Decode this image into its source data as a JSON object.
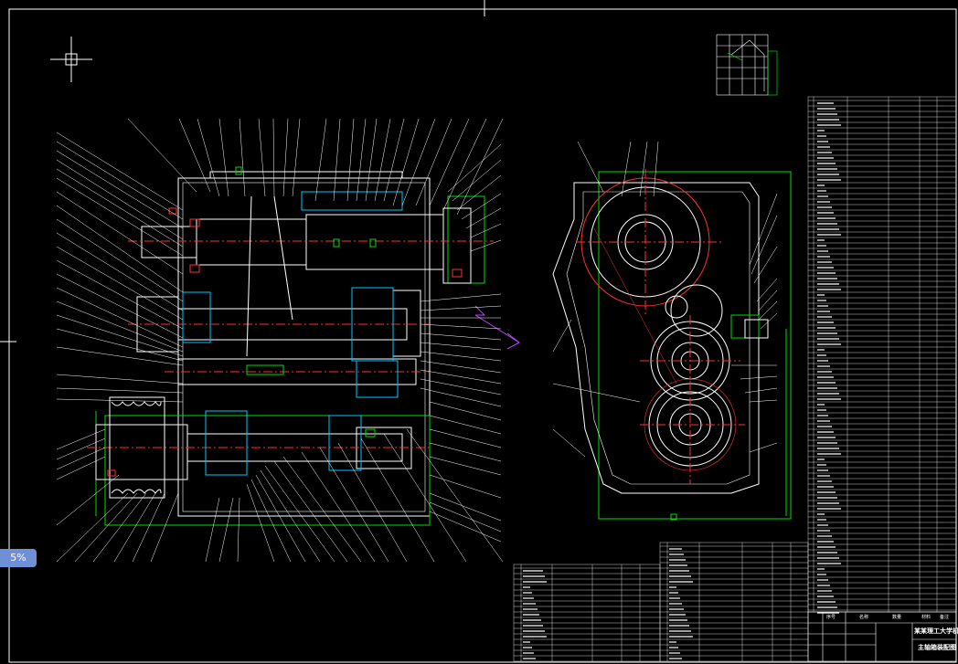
{
  "viewer": {
    "zoom_label": "5%"
  },
  "drawing": {
    "title_line1": "某某理工大学机械学院",
    "title_line2": "主轴箱装配图",
    "table_header_index": "序号",
    "table_header_name": "名称",
    "table_header_qty": "数量",
    "table_header_material": "材料",
    "table_header_note": "备注"
  },
  "colors": {
    "background": "#000000",
    "frame": "#ffffff",
    "part_line": "#ffffff",
    "section_line": "#ff3030",
    "center_line": "#ff3030",
    "dimension_line": "#00e000",
    "hatch": "#00c8ff",
    "section_arrow": "#c040ff",
    "highlight": "#ffff40"
  },
  "icons": {
    "crosshair": "crosshair-cursor-icon",
    "zoom": "zoom-indicator"
  }
}
